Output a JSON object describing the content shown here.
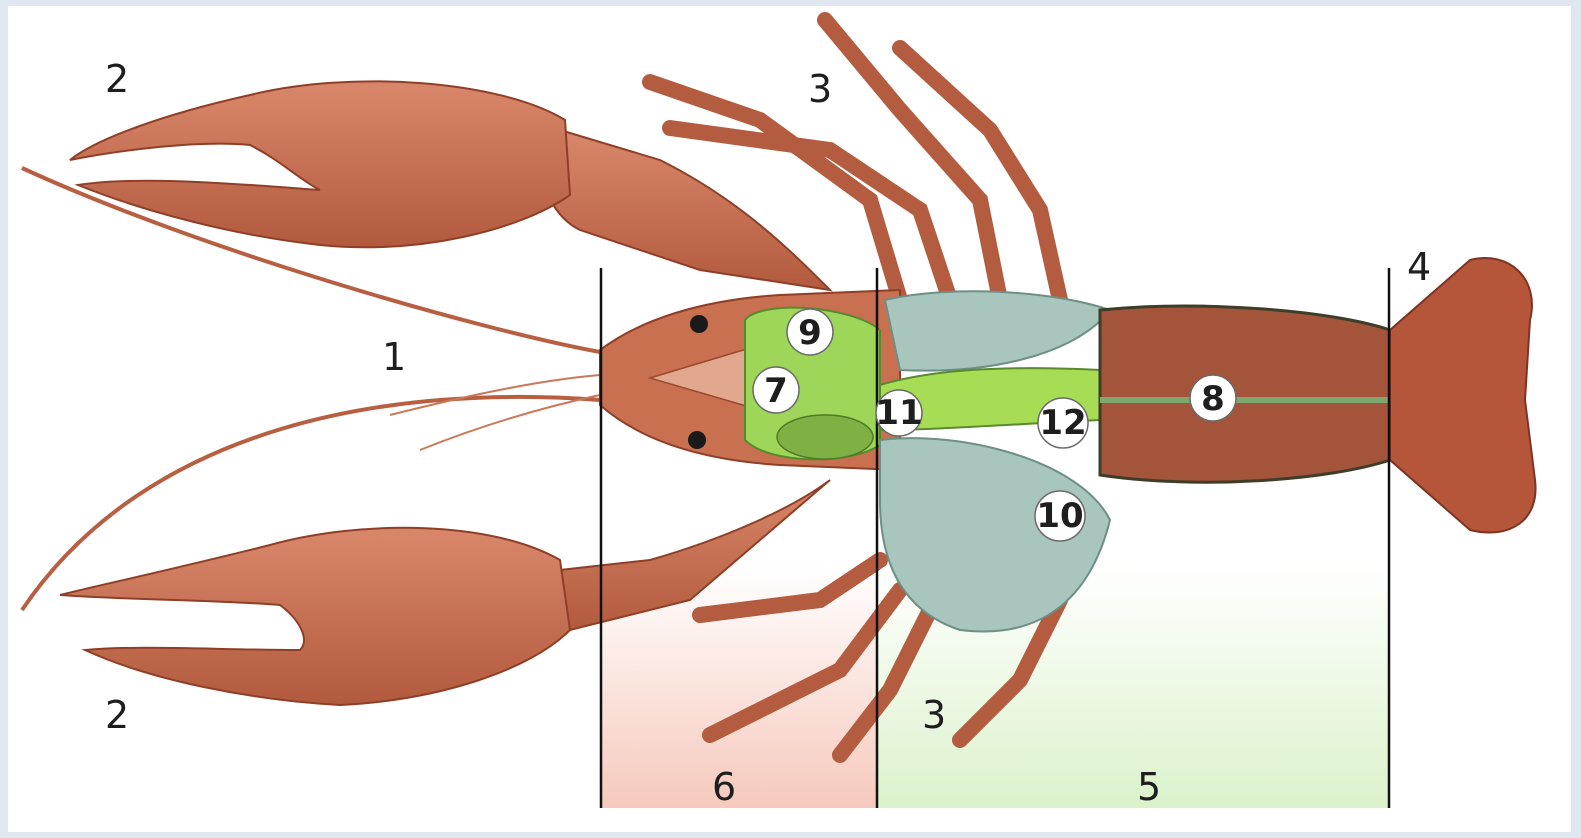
{
  "figure": {
    "subject": "crayfish internal anatomy diagram",
    "labels": {
      "antenna": "1",
      "claw_top": "2",
      "claw_bottom": "2",
      "walking_legs_top": "3",
      "walking_legs_bottom": "3",
      "tail": "4",
      "abdomen_region": "5",
      "head_region": "6",
      "organ_7": "7",
      "organ_8": "8",
      "organ_9": "9",
      "organ_10": "10",
      "organ_11": "11",
      "organ_12": "12"
    },
    "colors": {
      "shell": "#c46a4c",
      "shell_dark": "#8f3f27",
      "digestive_green": "#9ed65a",
      "gills": "#a8c6bd",
      "muscle": "#a4543a",
      "region_6_tint": "#f7ccc0",
      "region_5_tint": "#dff3cf",
      "background": "#dfe7f1"
    }
  }
}
